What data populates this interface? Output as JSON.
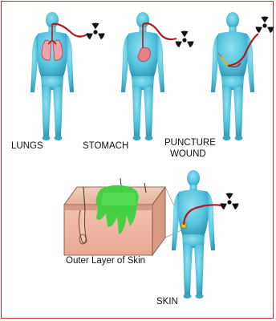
{
  "labels": {
    "lungs": "LUNGS",
    "stomach": "STOMACH",
    "puncture_line1": "PUNCTURE",
    "puncture_line2": "WOUND",
    "outer_skin": "Outer Layer of Skin",
    "skin": "SKIN"
  },
  "icons": {
    "radiation": "radiation-trefoil-icon",
    "human": "human-figure-icon"
  },
  "colors": {
    "body": "#55c3dd",
    "body_shade": "#2f93b3",
    "tube": "#b3191f",
    "lungs": "#f2a2a8",
    "stomach": "#ea7f86",
    "skin_block": "#e9b59d",
    "contamination": "#3bd23d",
    "frame": "#c0312f"
  }
}
